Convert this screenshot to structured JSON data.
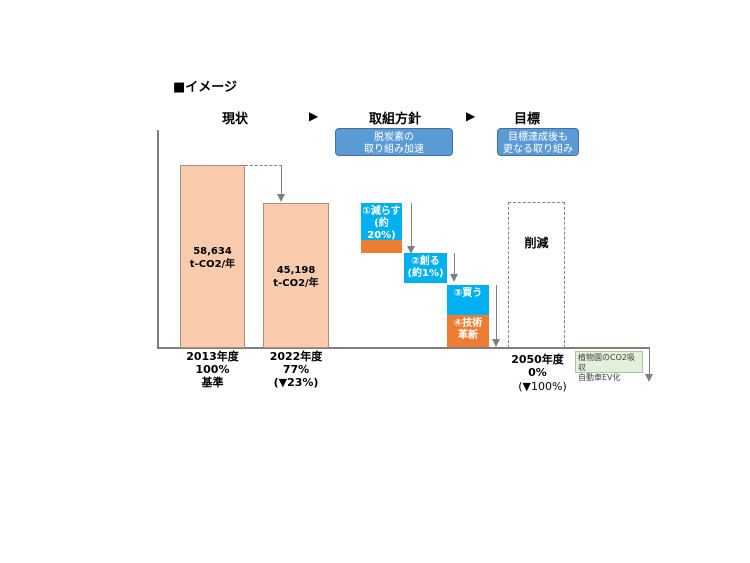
{
  "heading": "■イメージ",
  "phases": {
    "current": "現状",
    "policy": "取組方針",
    "target": "目標",
    "arrow": "▶"
  },
  "pills": {
    "decarb": "脱炭素の\n取り組み加速",
    "further": "目標達成後も\n更なる取り組み"
  },
  "bars": {
    "y2013_value": "58,634\nt-CO2/年",
    "y2022_value": "45,198\nt-CO2/年"
  },
  "steps": {
    "reduce": "①減らす\n(約20%)",
    "create": "②創る\n(約1%)",
    "buy": "③買う",
    "innovate": "④技術\n革新"
  },
  "target_box_label": "削減",
  "x_labels": {
    "y2013": "2013年度\n100%\n基準",
    "y2022": "2022年度\n77%\n(▼23%)",
    "y2050_a": "2050年度\n0%",
    "y2050_b": "(▼100%)"
  },
  "note": "植物園のCO2吸収\n自動車EV化",
  "colors": {
    "bar_fill": "#f8cbad",
    "pill_blue": "#5b9bd5",
    "step_cyan": "#00b0f0",
    "step_orange": "#ed7d31",
    "note_green": "#e2efda"
  }
}
